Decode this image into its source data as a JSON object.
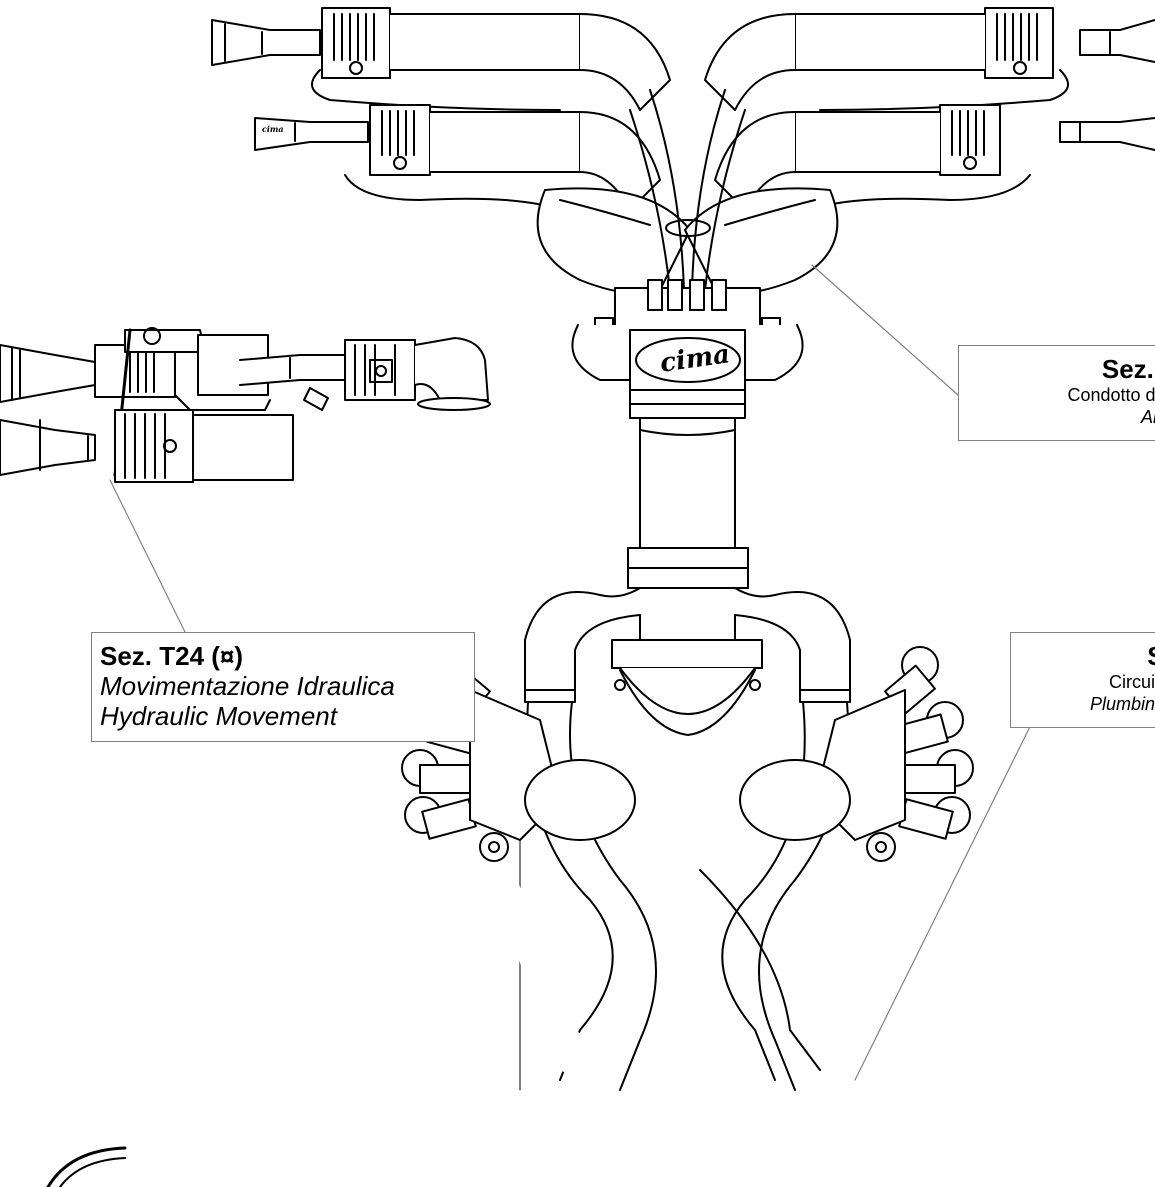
{
  "callouts": {
    "t24": {
      "title": "Sez. T24 (¤)",
      "it": "Movimentazione Idraulica",
      "en": "Hydraulic Movement"
    },
    "right_top": {
      "title": "Sez. T",
      "it": "Condotto dell'",
      "en": "Air c"
    },
    "right_mid": {
      "title": "Se",
      "it": "Circuito i",
      "en": "Plumbing c"
    }
  },
  "logo": {
    "text": "cima"
  },
  "colors": {
    "line": "#000000",
    "leader": "#808080",
    "background": "#ffffff"
  }
}
